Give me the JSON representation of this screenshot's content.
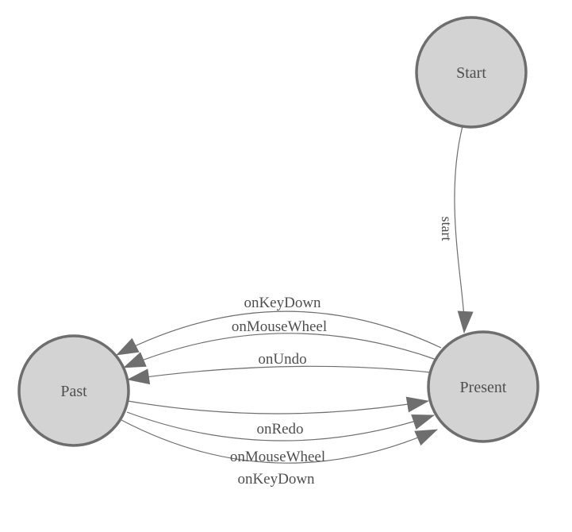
{
  "diagram": {
    "type": "state-machine",
    "nodes": {
      "start": {
        "label": "Start"
      },
      "past": {
        "label": "Past"
      },
      "present": {
        "label": "Present"
      }
    },
    "edges": {
      "start_to_present": {
        "from": "Start",
        "to": "Present",
        "label": "start"
      },
      "present_to_past": [
        {
          "from": "Present",
          "to": "Past",
          "label": "onKeyDown"
        },
        {
          "from": "Present",
          "to": "Past",
          "label": "onMouseWheel"
        },
        {
          "from": "Present",
          "to": "Past",
          "label": "onUndo"
        }
      ],
      "past_to_present": [
        {
          "from": "Past",
          "to": "Present",
          "label": "onRedo"
        },
        {
          "from": "Past",
          "to": "Present",
          "label": "onMouseWheel"
        },
        {
          "from": "Past",
          "to": "Present",
          "label": "onKeyDown"
        }
      ]
    },
    "colors": {
      "node_fill": "#d3d3d3",
      "node_border": "#6e6e6e",
      "edge_stroke": "#6e6e6e",
      "arrowhead": "#6e6e6e",
      "label_text": "#4f4f4f",
      "background": "#ffffff"
    }
  }
}
